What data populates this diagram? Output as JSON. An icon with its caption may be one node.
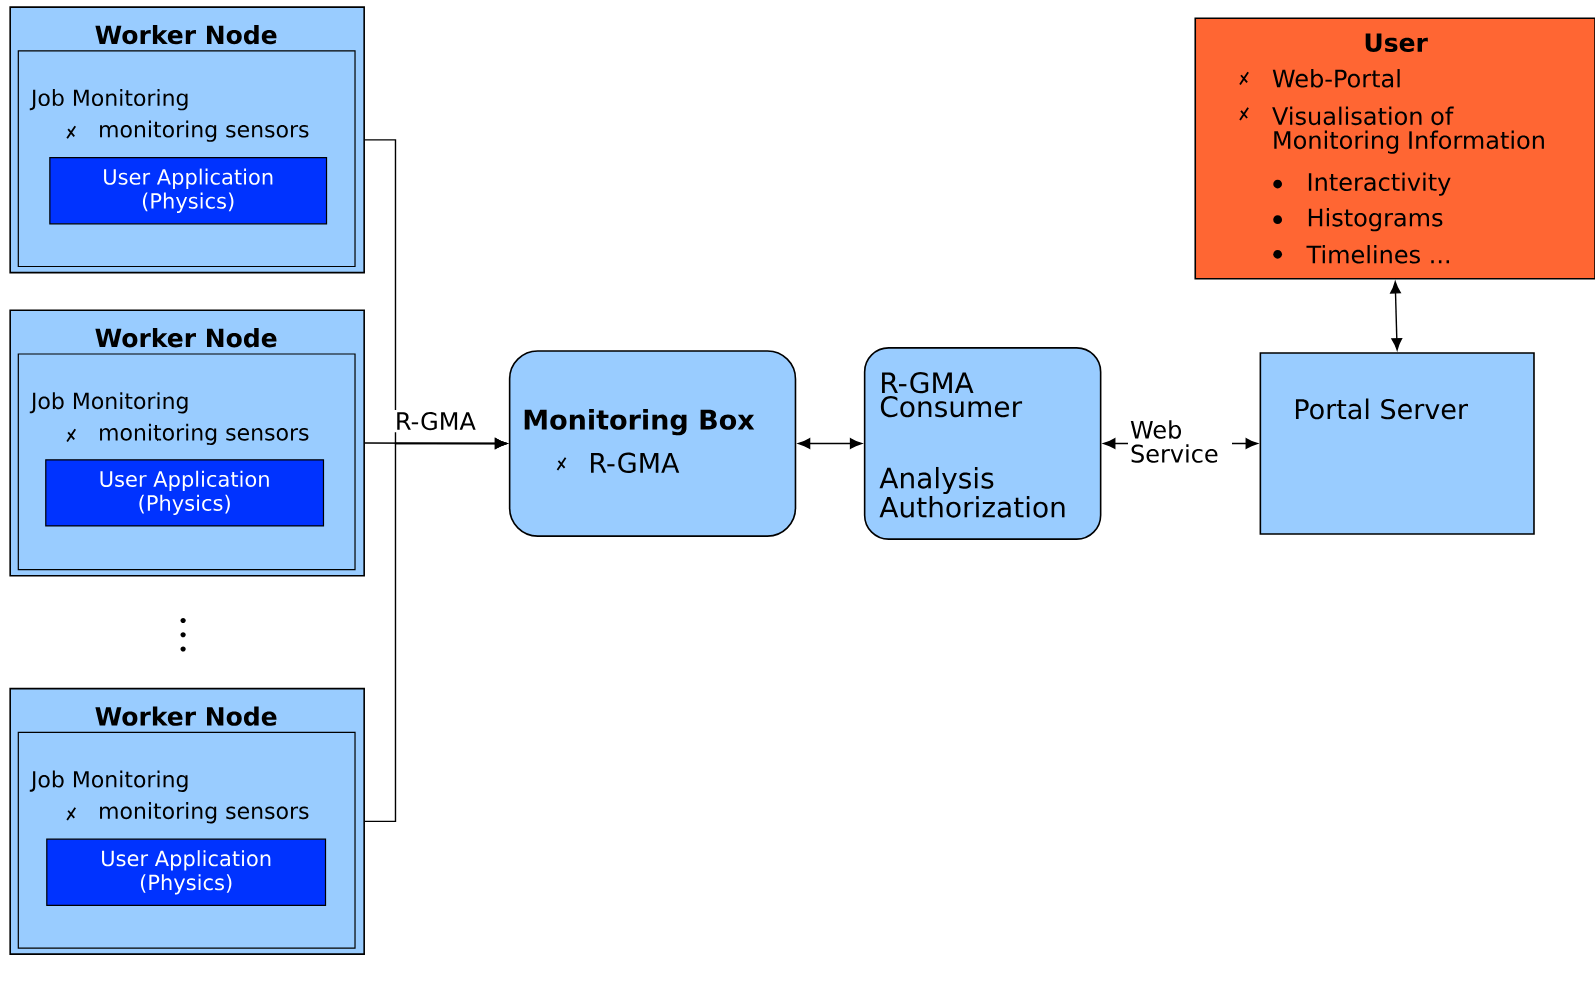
{
  "diagram": {
    "nodes": [
      {
        "text": [
          "Worker Node"
        ]
      },
      {
        "text": [
          "Job Monitoring",
          "monitoring sensors"
        ],
        "in": 0
      },
      {
        "text": [
          "User Application (Physics)"
        ],
        "in": 1
      },
      {
        "text": [
          "Worker Node"
        ]
      },
      {
        "text": [
          "Job Monitoring",
          "monitoring sensors"
        ],
        "in": 3
      },
      {
        "text": [
          "User Application (Physics)"
        ],
        "in": 4
      },
      {
        "text": [
          "Worker Node"
        ]
      },
      {
        "text": [
          "Job Monitoring",
          "monitoring sensors"
        ],
        "in": 6
      },
      {
        "text": [
          "User Application (Physics)"
        ],
        "in": 7
      },
      {
        "text": [
          "Monitoring Box",
          "R-GMA"
        ]
      },
      {
        "text": [
          "R-GMA Consumer",
          "Analysis Authorization"
        ]
      },
      {
        "text": [
          "Portal Server"
        ]
      },
      {
        "text": [
          "User",
          "Web-Portal",
          "Visualisation of Monitoring Information",
          "Interactivity",
          "Histograms",
          "Timelines ..."
        ]
      }
    ],
    "edges": [
      {
        "from": 0,
        "to": 9,
        "arrow": "to"
      },
      {
        "from": 3,
        "to": 9,
        "arrow": "to",
        "label": "R-GMA"
      },
      {
        "from": 6,
        "to": 9,
        "arrow": "to"
      },
      {
        "from": 9,
        "to": 10,
        "arrow": "both"
      },
      {
        "from": 10,
        "to": 11,
        "arrow": "both",
        "label": "Web Service"
      },
      {
        "from": 12,
        "to": 11,
        "arrow": "both"
      }
    ]
  }
}
